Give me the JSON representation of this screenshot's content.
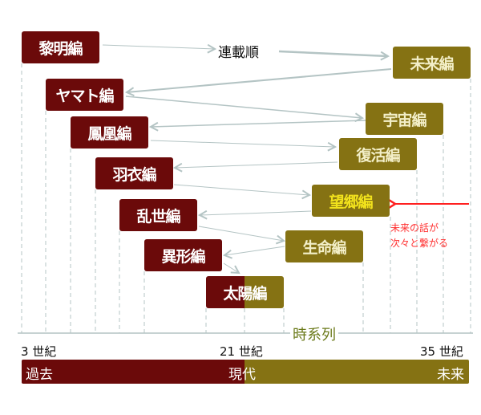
{
  "order_label": "連載順",
  "time_label": "時系列",
  "arcs": {
    "reimei": "黎明編",
    "mirai": "未来編",
    "yamato": "ヤマト編",
    "uchu": "宇宙編",
    "houou": "鳳凰編",
    "fukkatsu": "復活編",
    "hagoromo": "羽衣編",
    "boukyou": "望郷編",
    "ransei": "乱世編",
    "seimei": "生命編",
    "igyou": "異形編",
    "taiyou": "太陽編"
  },
  "axis_ticks": [
    "3 世紀",
    "21 世紀",
    "35 世紀"
  ],
  "era_bar": {
    "past": "過去",
    "present": "現代",
    "future": "未来"
  },
  "note": {
    "line1": "未来の話が",
    "line2": "次々と繋がる"
  },
  "colors": {
    "past": "#6b0a0a",
    "future": "#857213",
    "arrow": "#b4c4c4",
    "highlight": "#ff2020"
  }
}
